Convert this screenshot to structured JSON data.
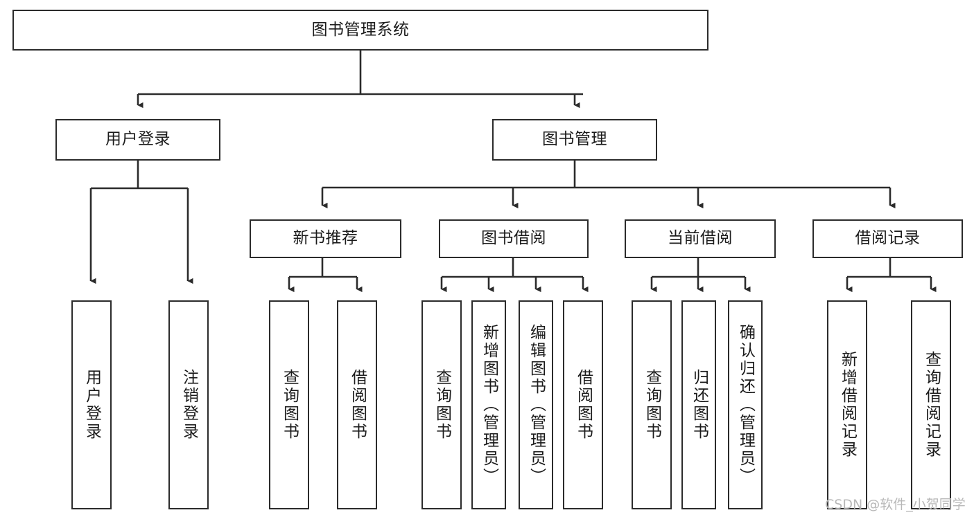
{
  "diagram": {
    "title": "图书管理系统",
    "type": "tree-hierarchy",
    "watermark": "CSDN @软件_小贺同学",
    "colors": {
      "box_border": "#2b2b2b",
      "box_fill": "#ffffff",
      "edge": "#2b2b2b",
      "text": "#1b1b1b",
      "watermark": "#b8b8b8"
    },
    "nodes": {
      "root": {
        "label": "图书管理系统",
        "level": 1,
        "orientation": "horizontal"
      },
      "l2": [
        {
          "label": "用户登录",
          "orientation": "horizontal"
        },
        {
          "label": "图书管理",
          "orientation": "horizontal"
        }
      ],
      "l3": [
        {
          "label": "新书推荐",
          "orientation": "horizontal"
        },
        {
          "label": "图书借阅",
          "orientation": "horizontal"
        },
        {
          "label": "当前借阅",
          "orientation": "horizontal"
        },
        {
          "label": "借阅记录",
          "orientation": "horizontal"
        }
      ],
      "leaves": [
        {
          "label": "用户登录",
          "parent": "用户登录",
          "orientation": "vertical"
        },
        {
          "label": "注销登录",
          "parent": "用户登录",
          "orientation": "vertical"
        },
        {
          "label": "查询图书",
          "parent": "新书推荐",
          "orientation": "vertical"
        },
        {
          "label": "借阅图书",
          "parent": "新书推荐",
          "orientation": "vertical"
        },
        {
          "label": "查询图书",
          "parent": "图书借阅",
          "orientation": "vertical"
        },
        {
          "label": "新增图书（管理员）",
          "parent": "图书借阅",
          "orientation": "vertical"
        },
        {
          "label": "编辑图书（管理员）",
          "parent": "图书借阅",
          "orientation": "vertical"
        },
        {
          "label": "借阅图书",
          "parent": "图书借阅",
          "orientation": "vertical"
        },
        {
          "label": "查询图书",
          "parent": "当前借阅",
          "orientation": "vertical"
        },
        {
          "label": "归还图书",
          "parent": "当前借阅",
          "orientation": "vertical"
        },
        {
          "label": "确认归还（管理员）",
          "parent": "当前借阅",
          "orientation": "vertical"
        },
        {
          "label": "新增借阅记录",
          "parent": "借阅记录",
          "orientation": "vertical"
        },
        {
          "label": "查询借阅记录",
          "parent": "借阅记录",
          "orientation": "vertical"
        }
      ]
    }
  }
}
